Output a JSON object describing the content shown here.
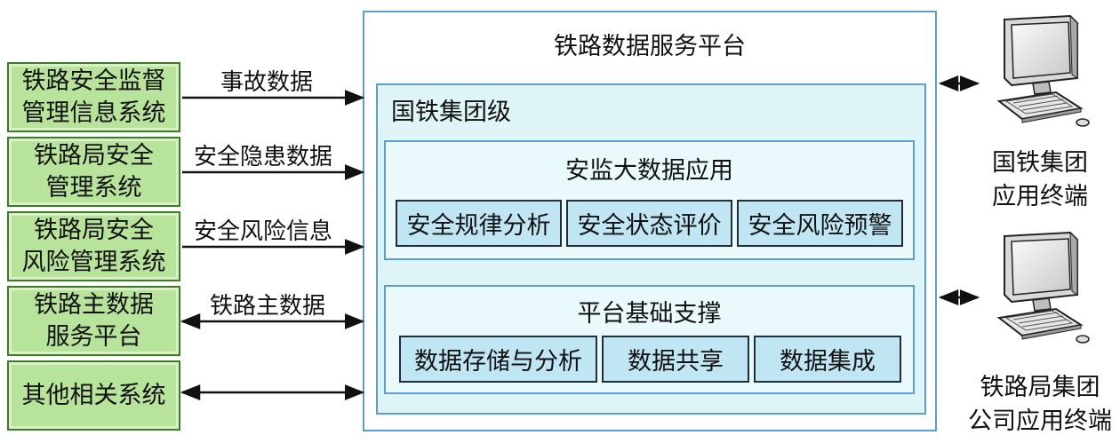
{
  "platform": {
    "title": "铁路数据服务平台",
    "group_level": "国铁集团级",
    "app_section": {
      "title": "安监大数据应用",
      "items": [
        "安全规律分析",
        "安全状态评价",
        "安全风险预警"
      ]
    },
    "base_section": {
      "title": "平台基础支撑",
      "items": [
        "数据存储与分析",
        "数据共享",
        "数据集成"
      ]
    }
  },
  "sources": [
    {
      "line1": "铁路安全监督",
      "line2": "管理信息系统",
      "flow": "事故数据",
      "direction": "in"
    },
    {
      "line1": "铁路局安全",
      "line2": "管理系统",
      "flow": "安全隐患数据",
      "direction": "in"
    },
    {
      "line1": "铁路局安全",
      "line2": "风险管理系统",
      "flow": "安全风险信息",
      "direction": "in"
    },
    {
      "line1": "铁路主数据",
      "line2": "服务平台",
      "flow": "铁路主数据",
      "direction": "both"
    },
    {
      "line1": "其他相关系统",
      "line2": "",
      "flow": "",
      "direction": "both"
    }
  ],
  "terminals": [
    {
      "line1": "国铁集团",
      "line2": "应用终端"
    },
    {
      "line1": "铁路局集团",
      "line2": "公司应用终端"
    }
  ]
}
